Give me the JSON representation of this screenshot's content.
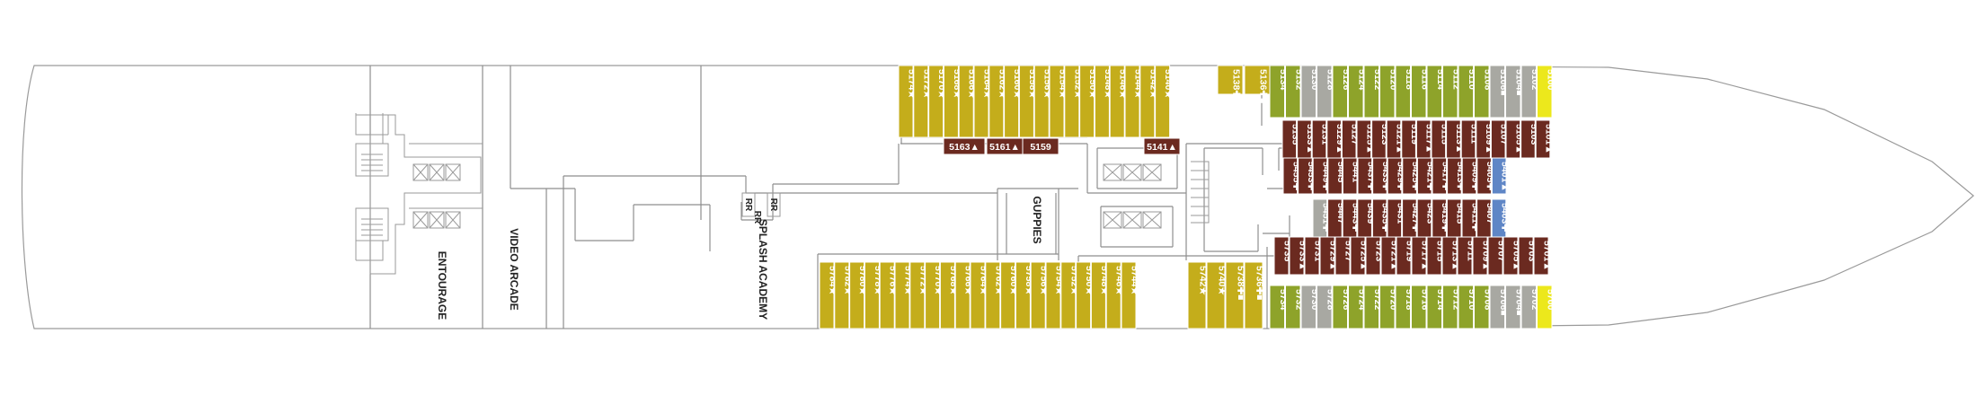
{
  "colors": {
    "yellow": "#c4ad1b",
    "olive": "#8ea32a",
    "gray": "#a8a8a2",
    "brown": "#6b2a20",
    "blue": "#5f86c6",
    "lightyellow": "#ece81c"
  },
  "rooms": {
    "entourage": "ENTOURAGE",
    "video_arcade": "VIDEO ARCADE",
    "splash_academy": "SPLASH ACADEMY",
    "guppies": "GUPPIES",
    "rr1": "RR",
    "rr2": "RR",
    "rr3": "RR"
  },
  "top_yellow": [
    "5174★",
    "5172★",
    "5170★",
    "5168★",
    "5166★",
    "5164★",
    "5162★",
    "5160★",
    "5158★",
    "5156★",
    "5154★",
    "5152★",
    "5150★",
    "5148★",
    "5146★",
    "5144★",
    "5142★",
    "5140★"
  ],
  "mid_row": [
    "5163▲",
    "5161▲",
    "5159",
    "5141▲"
  ],
  "top_aft": [
    "5138✚■",
    "5136✚■"
  ],
  "top_edge": [
    {
      "label": "5134",
      "color": "olive"
    },
    {
      "label": "5132",
      "color": "olive"
    },
    {
      "label": "5130",
      "color": "gray"
    },
    {
      "label": "5128",
      "color": "gray"
    },
    {
      "label": "5126",
      "color": "olive"
    },
    {
      "label": "5124",
      "color": "olive"
    },
    {
      "label": "5122",
      "color": "olive"
    },
    {
      "label": "5120",
      "color": "olive"
    },
    {
      "label": "5118",
      "color": "olive"
    },
    {
      "label": "5116",
      "color": "olive"
    },
    {
      "label": "5114",
      "color": "olive"
    },
    {
      "label": "5112",
      "color": "olive"
    },
    {
      "label": "5110",
      "color": "olive"
    },
    {
      "label": "5108",
      "color": "olive"
    },
    {
      "label": "5106■",
      "color": "gray"
    },
    {
      "label": "5104■",
      "color": "gray"
    },
    {
      "label": "5102",
      "color": "gray"
    },
    {
      "label": "5100",
      "color": "lightyellow"
    }
  ],
  "top_inner": [
    {
      "label": "5135",
      "color": "brown"
    },
    {
      "label": "5133▲",
      "color": "brown"
    },
    {
      "label": "5131",
      "color": "brown"
    },
    {
      "label": "5129▲",
      "color": "brown"
    },
    {
      "label": "5127",
      "color": "brown"
    },
    {
      "label": "5125▲",
      "color": "brown"
    },
    {
      "label": "5123",
      "color": "brown"
    },
    {
      "label": "5121▲",
      "color": "brown"
    },
    {
      "label": "5119",
      "color": "brown"
    },
    {
      "label": "5117▲",
      "color": "brown"
    },
    {
      "label": "5115",
      "color": "brown"
    },
    {
      "label": "5113▲",
      "color": "brown"
    },
    {
      "label": "5111",
      "color": "brown"
    },
    {
      "label": "5109▲",
      "color": "brown"
    },
    {
      "label": "5107",
      "color": "brown"
    },
    {
      "label": "5105▲",
      "color": "brown"
    },
    {
      "label": "5103",
      "color": "brown"
    },
    {
      "label": "5101▲",
      "color": "brown"
    }
  ],
  "center_a": [
    {
      "label": "5455✚",
      "color": "brown"
    },
    {
      "label": "5453✚",
      "color": "brown"
    },
    {
      "label": "5449✚",
      "color": "brown"
    },
    {
      "label": "5445",
      "color": "brown"
    },
    {
      "label": "5441",
      "color": "brown"
    },
    {
      "label": "5437✚",
      "color": "brown"
    },
    {
      "label": "5433✚",
      "color": "brown"
    },
    {
      "label": "5429✚",
      "color": "brown"
    },
    {
      "label": "5425✚",
      "color": "brown"
    },
    {
      "label": "5421✚",
      "color": "brown"
    },
    {
      "label": "5417✚",
      "color": "brown"
    },
    {
      "label": "5413✚",
      "color": "brown"
    },
    {
      "label": "5409✚",
      "color": "brown"
    },
    {
      "label": "5405✚",
      "color": "brown"
    },
    {
      "label": "5401▲",
      "color": "blue"
    }
  ],
  "center_b": [
    {
      "label": "5451✚",
      "color": "gray"
    },
    {
      "label": "5447",
      "color": "brown"
    },
    {
      "label": "5443✚",
      "color": "brown"
    },
    {
      "label": "5439",
      "color": "brown"
    },
    {
      "label": "5435✚",
      "color": "brown"
    },
    {
      "label": "5431",
      "color": "brown"
    },
    {
      "label": "5427✚",
      "color": "brown"
    },
    {
      "label": "5423",
      "color": "brown"
    },
    {
      "label": "5419✚",
      "color": "brown"
    },
    {
      "label": "5415",
      "color": "brown"
    },
    {
      "label": "5411✚",
      "color": "brown"
    },
    {
      "label": "5407",
      "color": "brown"
    },
    {
      "label": "5403✚",
      "color": "blue"
    }
  ],
  "bottom_inner": [
    {
      "label": "5735",
      "color": "brown"
    },
    {
      "label": "5733▲",
      "color": "brown"
    },
    {
      "label": "5731",
      "color": "brown"
    },
    {
      "label": "5729▲",
      "color": "brown"
    },
    {
      "label": "5727",
      "color": "brown"
    },
    {
      "label": "5725▲",
      "color": "brown"
    },
    {
      "label": "5723",
      "color": "brown"
    },
    {
      "label": "5721▲",
      "color": "brown"
    },
    {
      "label": "5719",
      "color": "brown"
    },
    {
      "label": "5717▲",
      "color": "brown"
    },
    {
      "label": "5715",
      "color": "brown"
    },
    {
      "label": "5713▲",
      "color": "brown"
    },
    {
      "label": "5711",
      "color": "brown"
    },
    {
      "label": "5709▲",
      "color": "brown"
    },
    {
      "label": "5707",
      "color": "brown"
    },
    {
      "label": "5705▲",
      "color": "brown"
    },
    {
      "label": "5703",
      "color": "brown"
    },
    {
      "label": "5701▲",
      "color": "brown"
    }
  ],
  "bottom_edge": [
    {
      "label": "5734",
      "color": "olive"
    },
    {
      "label": "5732",
      "color": "olive"
    },
    {
      "label": "5730",
      "color": "gray"
    },
    {
      "label": "5728",
      "color": "gray"
    },
    {
      "label": "5726",
      "color": "olive"
    },
    {
      "label": "5724",
      "color": "olive"
    },
    {
      "label": "5722",
      "color": "olive"
    },
    {
      "label": "5720",
      "color": "olive"
    },
    {
      "label": "5718",
      "color": "olive"
    },
    {
      "label": "5716",
      "color": "olive"
    },
    {
      "label": "5714",
      "color": "olive"
    },
    {
      "label": "5712",
      "color": "olive"
    },
    {
      "label": "5710",
      "color": "olive"
    },
    {
      "label": "5708",
      "color": "olive"
    },
    {
      "label": "5706■",
      "color": "gray"
    },
    {
      "label": "5704■",
      "color": "gray"
    },
    {
      "label": "5702",
      "color": "gray"
    },
    {
      "label": "5700",
      "color": "lightyellow"
    }
  ],
  "bottom_yellow": [
    "5784★",
    "5782★",
    "5780★",
    "5778★",
    "5776★",
    "5774★",
    "5772★",
    "5770★",
    "5768★",
    "5766★",
    "5764★",
    "5762★",
    "5760★",
    "5758★",
    "5756★",
    "5754★",
    "5752★",
    "5750★",
    "5748★",
    "5746★",
    "5744★"
  ],
  "bottom_aft": [
    "5742★",
    "5740★",
    "5738✚■",
    "5736✚■"
  ]
}
